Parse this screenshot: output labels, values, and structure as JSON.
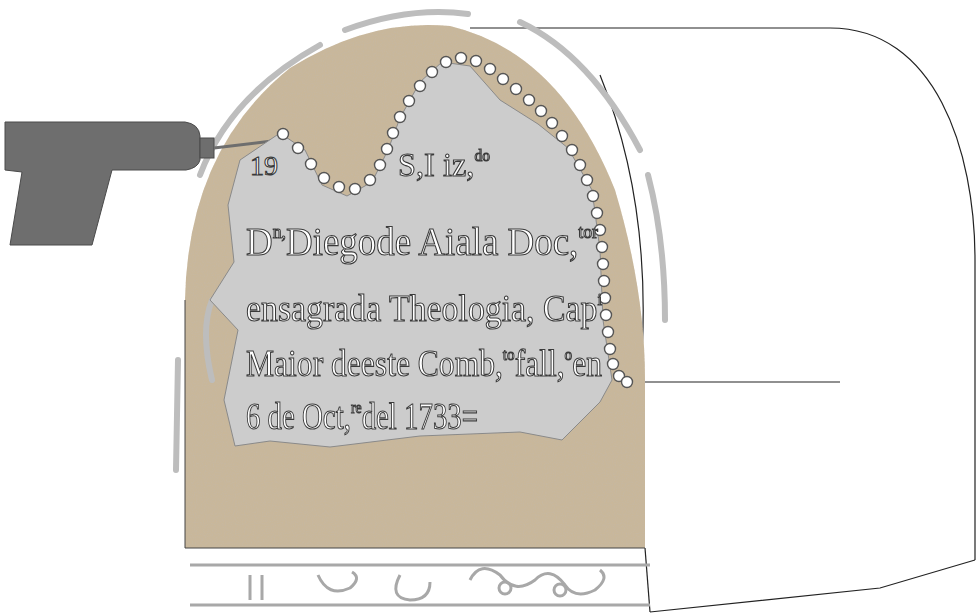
{
  "diagram": {
    "nodes": [
      {
        "text": [
          "19",
          "S,I iz,",
          "do",
          "D",
          "n,",
          "Diegode Aiala Doc,",
          "tor",
          "ensagrada Theologia, Cap",
          "i",
          "Maior deeste Comb,",
          "to",
          "fall,",
          "o",
          "en",
          "6 de Oct,",
          "re",
          "del 1733="
        ]
      }
    ]
  }
}
